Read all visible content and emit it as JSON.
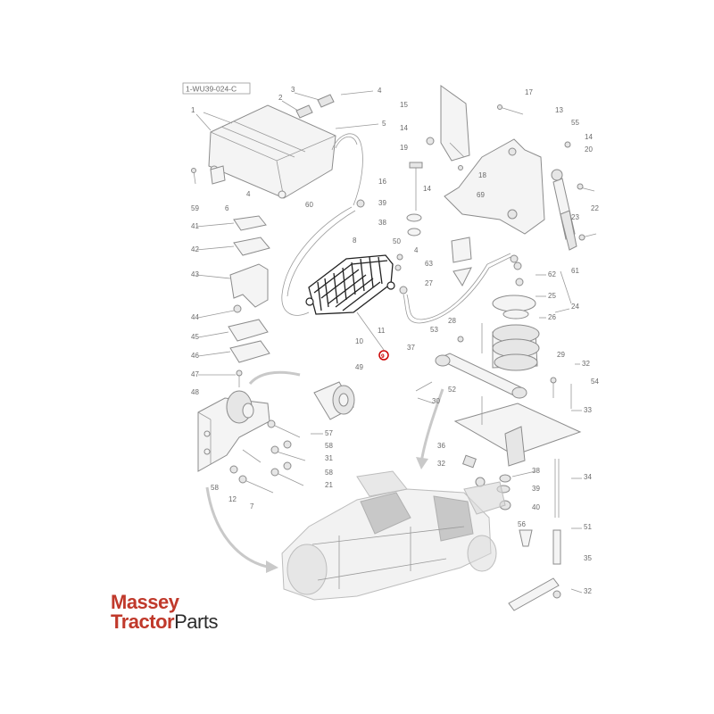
{
  "diagram": {
    "reference": "1-WU39-024-C",
    "highlighted_part": "9",
    "highlight_color": "#cc0000",
    "labels": [
      {
        "id": "l1",
        "text": "1"
      },
      {
        "id": "l2",
        "text": "2"
      },
      {
        "id": "l3",
        "text": "3"
      },
      {
        "id": "l4a",
        "text": "4"
      },
      {
        "id": "l5",
        "text": "5"
      },
      {
        "id": "l4b",
        "text": "4"
      },
      {
        "id": "l6",
        "text": "6"
      },
      {
        "id": "l59",
        "text": "59"
      },
      {
        "id": "l60",
        "text": "60"
      },
      {
        "id": "l8",
        "text": "8"
      },
      {
        "id": "l41",
        "text": "41"
      },
      {
        "id": "l42",
        "text": "42"
      },
      {
        "id": "l43",
        "text": "43"
      },
      {
        "id": "l44",
        "text": "44"
      },
      {
        "id": "l45",
        "text": "45"
      },
      {
        "id": "l46",
        "text": "46"
      },
      {
        "id": "l47",
        "text": "47"
      },
      {
        "id": "l48",
        "text": "48"
      },
      {
        "id": "l10",
        "text": "10"
      },
      {
        "id": "l11",
        "text": "11"
      },
      {
        "id": "l37",
        "text": "37"
      },
      {
        "id": "l49",
        "text": "49"
      },
      {
        "id": "l57",
        "text": "57"
      },
      {
        "id": "l58a",
        "text": "58"
      },
      {
        "id": "l31a",
        "text": "31"
      },
      {
        "id": "l58b",
        "text": "58"
      },
      {
        "id": "l21",
        "text": "21"
      },
      {
        "id": "l58c",
        "text": "58"
      },
      {
        "id": "l12",
        "text": "12"
      },
      {
        "id": "l7",
        "text": "7"
      },
      {
        "id": "l15",
        "text": "15"
      },
      {
        "id": "l17",
        "text": "17"
      },
      {
        "id": "l13",
        "text": "13"
      },
      {
        "id": "l55",
        "text": "55"
      },
      {
        "id": "l14a",
        "text": "14"
      },
      {
        "id": "l20",
        "text": "20"
      },
      {
        "id": "l14b",
        "text": "14"
      },
      {
        "id": "l19",
        "text": "19"
      },
      {
        "id": "l18",
        "text": "18"
      },
      {
        "id": "l16",
        "text": "16"
      },
      {
        "id": "l14c",
        "text": "14"
      },
      {
        "id": "l69",
        "text": "69"
      },
      {
        "id": "l39a",
        "text": "39"
      },
      {
        "id": "l38a",
        "text": "38"
      },
      {
        "id": "l23",
        "text": "23"
      },
      {
        "id": "l22",
        "text": "22"
      },
      {
        "id": "l50",
        "text": "50"
      },
      {
        "id": "l4c",
        "text": "4"
      },
      {
        "id": "l63",
        "text": "63"
      },
      {
        "id": "l27",
        "text": "27"
      },
      {
        "id": "l62",
        "text": "62"
      },
      {
        "id": "l61",
        "text": "61"
      },
      {
        "id": "l25",
        "text": "25"
      },
      {
        "id": "l26",
        "text": "26"
      },
      {
        "id": "l24",
        "text": "24"
      },
      {
        "id": "l28",
        "text": "28"
      },
      {
        "id": "l53",
        "text": "53"
      },
      {
        "id": "l29",
        "text": "29"
      },
      {
        "id": "l32a",
        "text": "32"
      },
      {
        "id": "l54",
        "text": "54"
      },
      {
        "id": "l52",
        "text": "52"
      },
      {
        "id": "l30",
        "text": "30"
      },
      {
        "id": "l33",
        "text": "33"
      },
      {
        "id": "l36",
        "text": "36"
      },
      {
        "id": "l32b",
        "text": "32"
      },
      {
        "id": "l38b",
        "text": "38"
      },
      {
        "id": "l34",
        "text": "34"
      },
      {
        "id": "l39b",
        "text": "39"
      },
      {
        "id": "l40",
        "text": "40"
      },
      {
        "id": "l56",
        "text": "56"
      },
      {
        "id": "l51",
        "text": "51"
      },
      {
        "id": "l35",
        "text": "35"
      },
      {
        "id": "l32c",
        "text": "32"
      }
    ]
  },
  "logo": {
    "line1": "Massey",
    "line2a": "Tractor",
    "line2b": "Parts",
    "brand_color": "#c0392b"
  }
}
